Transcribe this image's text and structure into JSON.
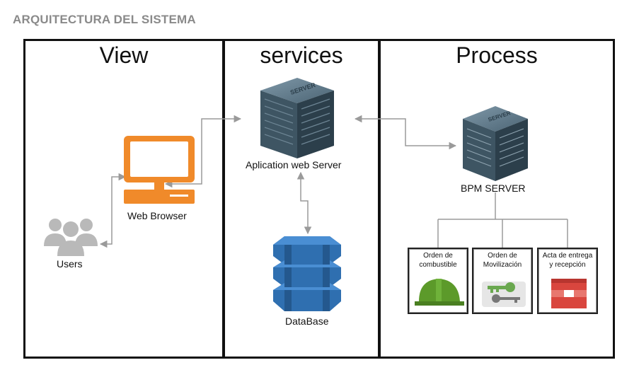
{
  "title": "ARQUITECTURA DEL SISTEMA",
  "columns": {
    "view": "View",
    "services": "services",
    "process": "Process"
  },
  "nodes": {
    "web_browser": "Web Browser",
    "users": "Users",
    "app_server": "Aplication web Server",
    "server_badge": "SERVER",
    "database": "DataBase",
    "bpm_server": "BPM SERVER"
  },
  "cards": [
    {
      "label": "Orden de combustible",
      "line1": "Orden de",
      "line2": "combustible",
      "icon": "hard-hat-icon"
    },
    {
      "label": "Orden de Movilización",
      "line1": "Orden de",
      "line2": "Movilización",
      "icon": "keys-icon"
    },
    {
      "label": "Acta de entrega y recepción",
      "line1": "Acta de entrega",
      "line2": "y recepción",
      "icon": "red-box-icon"
    }
  ],
  "colors": {
    "computer": "#f08a2a",
    "server": "#3e5563",
    "database": "#2f6fb0",
    "users": "#b9b9b9",
    "helmet": "#5c9a2a",
    "key": "#6aa84f",
    "red_box": "#d9463e"
  }
}
